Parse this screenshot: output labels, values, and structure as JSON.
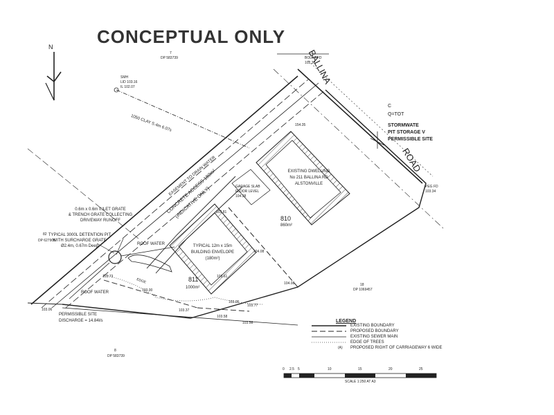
{
  "title": "CONCEPTUAL ONLY",
  "roads": {
    "ballina": "BALLINA",
    "road": "ROAD"
  },
  "lots": {
    "lot7": {
      "number": "7",
      "dp": "DP 583739"
    },
    "lot82": {
      "number": "82",
      "dp": "DP 627905"
    },
    "lot18": {
      "number": "18",
      "dp": "DP 1069457"
    },
    "lot8": {
      "number": "8",
      "dp": "DP 583739"
    },
    "lot810": {
      "number": "810",
      "area": "860m²"
    },
    "lot811": {
      "number": "811",
      "area": "1000m²"
    }
  },
  "labels": {
    "existing_dwelling": [
      "EXISTING DWELLING",
      "No 211 BALLINA RD",
      "ALSTONVILLE"
    ],
    "building_envelope": [
      "TYPICAL 12m x 15m",
      "BUILDING ENVELOPE",
      "(180m²)"
    ],
    "concrete_access": [
      "CONCRETE ACCESS 180m²",
      "(INDICATIVE ONLY)"
    ],
    "inlet_grate": [
      "0.6m x 0.6m INLET GRATE",
      "& TRENCH GRATE COLLECTING",
      "DRIVEWAY RUNOFF"
    ],
    "detention_pit": [
      "TYPICAL 3000L DETENTION PIT",
      "WITH SURCHARGE GRATE",
      "Ø2.4m, 0.67m Deep"
    ],
    "roof_water_1": "ROOF WATER",
    "roof_water_2": "ROOF WATER",
    "permissible_site": [
      "PERMISSIBLE SITE",
      "DISCHARGE = 14.84l/s"
    ],
    "easement": "EASEMENT TO DRAIN WATER",
    "stormwater": [
      "STORMWATE",
      "PIT STORAGE V",
      "PERMISSIBLE SITE"
    ],
    "q_total": "Q=TOT",
    "c_label": "C",
    "garage_slab": [
      "GARAGE SLAB",
      "FLOOR LEVEL",
      "104.38"
    ],
    "north": "N",
    "edge": "EDGE",
    "sewer_note": [
      "1050 CLAY S.4m 6.07s"
    ],
    "bolt": [
      "BOLT T.FD",
      "102.30"
    ],
    "peg": [
      "PEG FD",
      "103.34"
    ],
    "smh": [
      "SMH",
      "LID 103.16",
      "IL 102.07"
    ]
  },
  "levels": [
    "154.35",
    "104.08",
    "104.08",
    "103.61",
    "103.81",
    "103.00",
    "103.77",
    "103.58",
    "103.37",
    "103.73",
    "103.06",
    "103.05",
    "103.58"
  ],
  "legend": {
    "heading": "LEGEND",
    "items": [
      {
        "label": "EXISTING BOUNDARY",
        "style": "solid"
      },
      {
        "label": "PROPOSED BOUNDARY",
        "style": "dashed"
      },
      {
        "label": "EXISTING SEWER MAIN",
        "style": "sewer"
      },
      {
        "label": "EDGE OF TREES",
        "style": "trees"
      },
      {
        "label": "PROPOSED RIGHT OF CARRIAGEWAY 6 WIDE",
        "style": "marker",
        "marker": "(A)"
      }
    ]
  },
  "scale_bar": {
    "ticks": [
      "0",
      "2.5",
      "5",
      "10",
      "15",
      "20",
      "25"
    ],
    "caption": "SCALE 1:250 AT A3"
  },
  "colors": {
    "ink": "#222222",
    "hatch": "#555555",
    "paper": "#ffffff"
  }
}
